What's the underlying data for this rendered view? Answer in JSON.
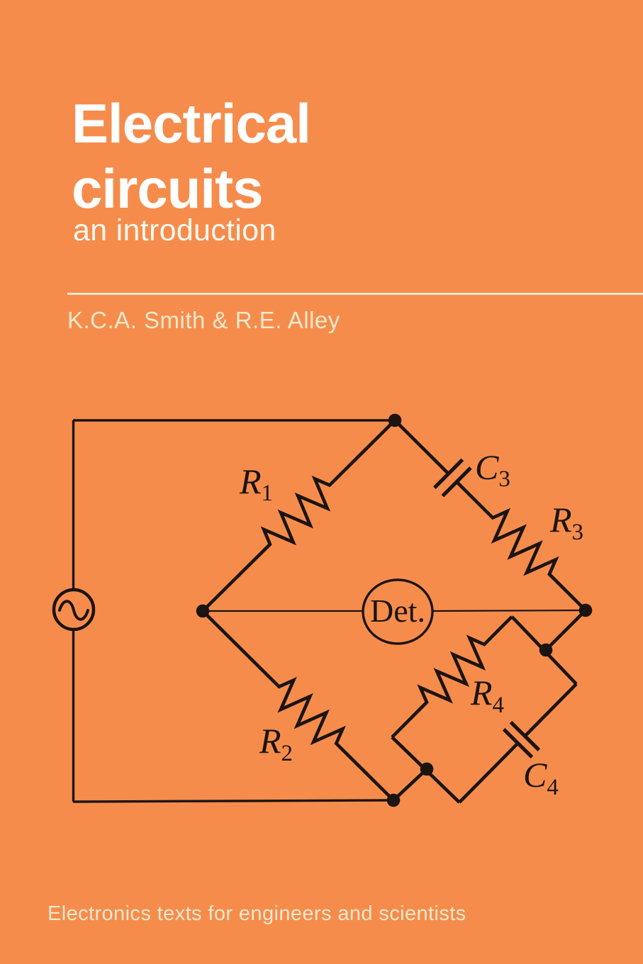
{
  "cover": {
    "title": {
      "line1": "Electrical",
      "line2": "circuits"
    },
    "subtitle": "an introduction",
    "authors": "K.C.A. Smith & R.E. Alley",
    "series": "Electronics texts for engineers and scientists",
    "colors": {
      "background": "#F68C4C",
      "title_text": "#FFFFFF",
      "accent_text": "#F1E8CC",
      "ink": "#1B1410"
    }
  },
  "circuit": {
    "source_icon": "ac-sine-source",
    "labels": {
      "r1": {
        "base": "R",
        "sub": "1"
      },
      "c3": {
        "base": "C",
        "sub": "3"
      },
      "r3": {
        "base": "R",
        "sub": "3"
      },
      "r2": {
        "base": "R",
        "sub": "2"
      },
      "r4": {
        "base": "R",
        "sub": "4"
      },
      "c4": {
        "base": "C",
        "sub": "4"
      },
      "detector": "Det."
    }
  }
}
